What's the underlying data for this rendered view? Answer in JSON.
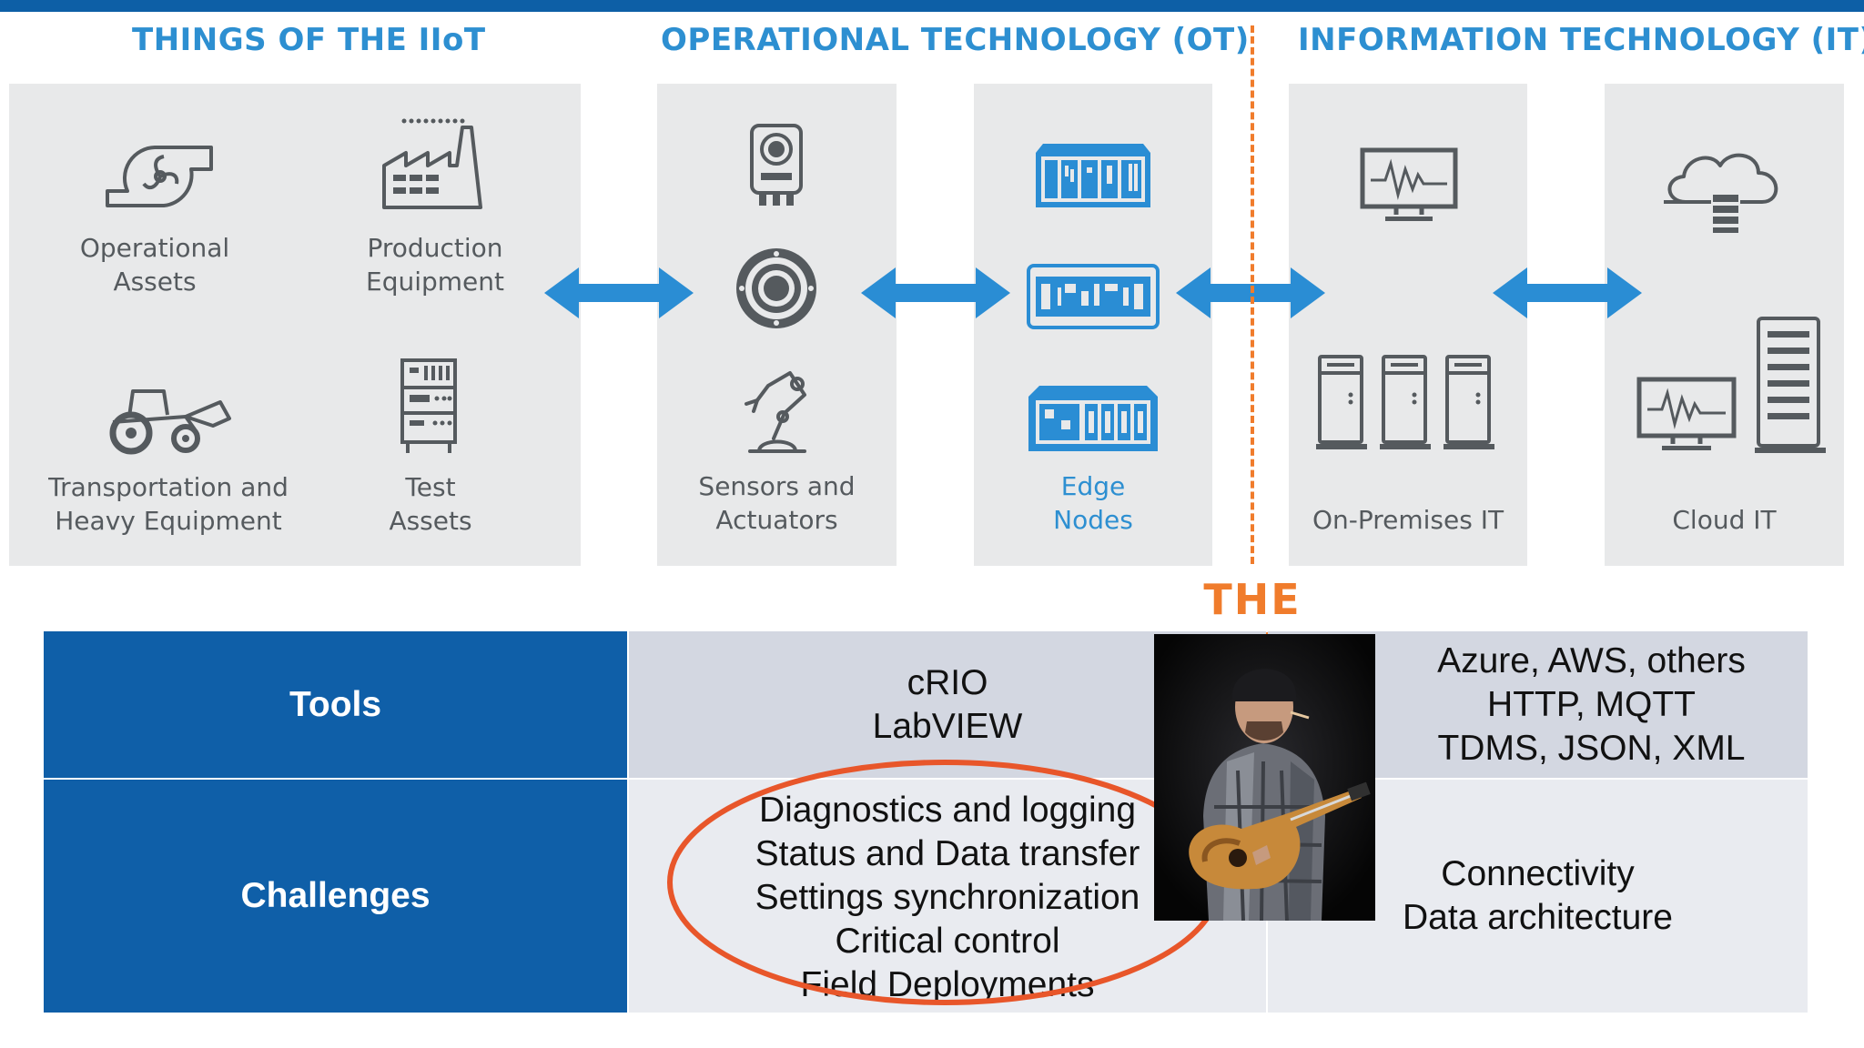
{
  "sections": {
    "things_title": "THINGS OF THE IIoT",
    "ot_title": "OPERATIONAL TECHNOLOGY (OT)",
    "it_title": "INFORMATION TECHNOLOGY (IT)"
  },
  "things": {
    "operational_assets": [
      "Operational",
      "Assets"
    ],
    "production_equipment": [
      "Production",
      "Equipment"
    ],
    "transportation": [
      "Transportation and",
      "Heavy Equipment"
    ],
    "test_assets": [
      "Test",
      "Assets"
    ]
  },
  "ot": {
    "sensors": [
      "Sensors and",
      "Actuators"
    ],
    "edge_nodes": [
      "Edge",
      "Nodes"
    ]
  },
  "it": {
    "on_premises": "On-Premises IT",
    "cloud": "Cloud IT"
  },
  "edge_label": "THE EDGE",
  "table": {
    "tools_header": "Tools",
    "challenges_header": "Challenges",
    "tools_ot": [
      "cRIO",
      "LabVIEW"
    ],
    "tools_it": [
      "Azure, AWS, others",
      "HTTP, MQTT",
      "TDMS, JSON, XML"
    ],
    "challenges_ot": [
      "Diagnostics and logging",
      "Status and Data transfer",
      "Settings synchronization",
      "Critical control",
      "Field Deployments"
    ],
    "challenges_it": [
      "Connectivity",
      "Data architecture"
    ]
  },
  "colors": {
    "brand_blue": "#0f5fa8",
    "title_blue": "#2d8fd1",
    "arrow_blue": "#2a8dd4",
    "edge_orange": "#f07c2c",
    "circle_red": "#e8562a",
    "panel_gray": "#e8e9ea"
  }
}
